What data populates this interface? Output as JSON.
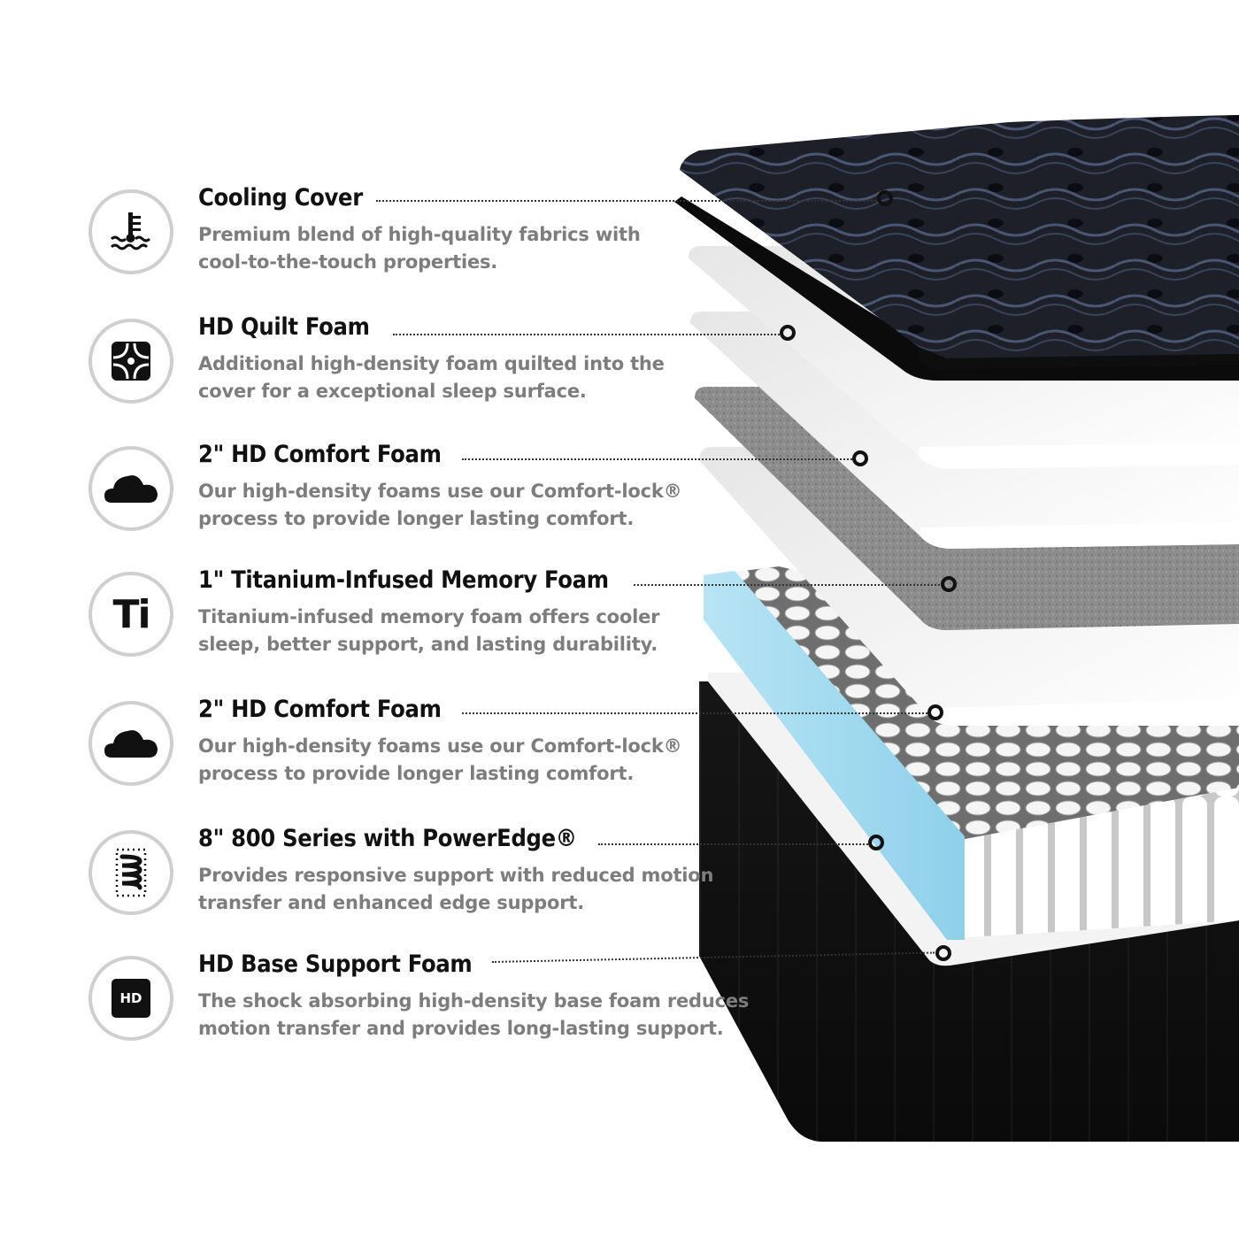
{
  "colors": {
    "title": "#111111",
    "description": "#7d7d7d",
    "icon_ring": "#cfcfcf",
    "cover": "#1b1d24",
    "cover_pattern": "#4a5672",
    "white_foam": "#f2f2f2",
    "gray_foam": "#8a8a8a",
    "edge_blue": "#a9dcef",
    "base": "#0e0e0e"
  },
  "features": [
    {
      "id": "cooling-cover",
      "icon": "thermometer-water-icon",
      "title": "Cooling Cover",
      "description_line1": "Premium blend of high-quality fabrics with",
      "description_line2": "cool-to-the-touch properties."
    },
    {
      "id": "hd-quilt-foam",
      "icon": "quilt-pattern-icon",
      "title": "HD Quilt Foam",
      "description_line1": "Additional high-density foam quilted into the",
      "description_line2": "cover for a exceptional sleep surface."
    },
    {
      "id": "hd-comfort-foam-1",
      "icon": "cloud-icon",
      "title": "2\" HD Comfort Foam",
      "description_line1": "Our high-density foams use our Comfort-lock®",
      "description_line2": "process to provide longer lasting comfort."
    },
    {
      "id": "titanium-memory-foam",
      "icon": "titanium-ti-icon",
      "icon_text": "Ti",
      "title": "1\" Titanium-Infused Memory Foam",
      "description_line1": "Titanium-infused memory foam offers cooler",
      "description_line2": "sleep, better support, and lasting durability."
    },
    {
      "id": "hd-comfort-foam-2",
      "icon": "cloud-icon",
      "title": "2\" HD Comfort Foam",
      "description_line1": "Our high-density foams use our Comfort-lock®",
      "description_line2": "process to provide longer lasting comfort."
    },
    {
      "id": "800-series-poweredge",
      "icon": "coil-spring-icon",
      "title": "8\" 800 Series with PowerEdge®",
      "description_line1": "Provides responsive support with reduced motion",
      "description_line2": "transfer and enhanced edge support."
    },
    {
      "id": "hd-base-support-foam",
      "icon": "hd-badge-icon",
      "icon_text": "HD",
      "title": "HD Base Support Foam",
      "description_line1": "The shock absorbing high-density base foam reduces",
      "description_line2": "motion transfer and provides long-lasting support."
    }
  ]
}
